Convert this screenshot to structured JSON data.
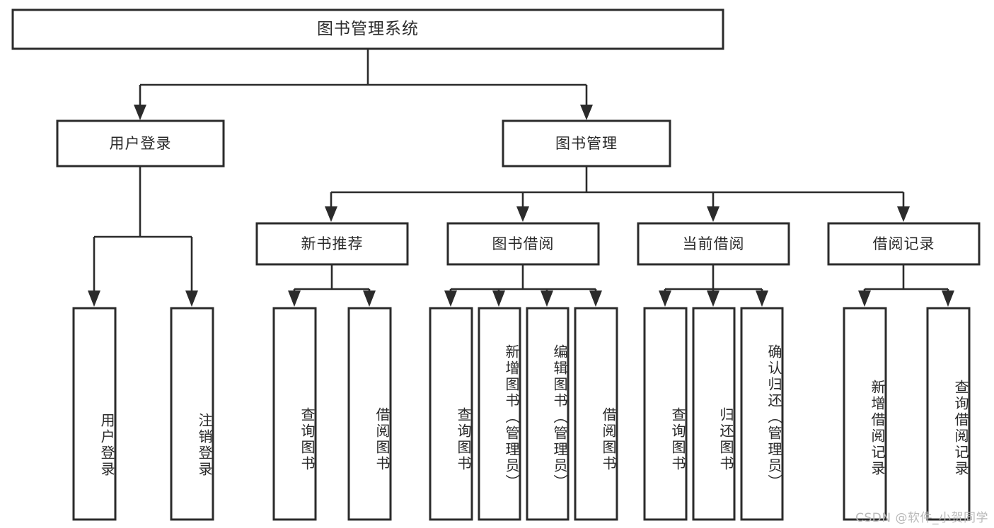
{
  "diagram": {
    "type": "tree-flowchart",
    "title_node": "图书管理系统",
    "watermark": "CSDN @软件_小贺同学",
    "colors": {
      "box_stroke": "#2b2b2b",
      "box_fill": "#ffffff",
      "connector": "#2b2b2b",
      "text": "#2a2a2a",
      "watermark": "#b9b9b9",
      "background": "#ffffff"
    },
    "nodes": {
      "root": {
        "label": "图书管理系统"
      },
      "level2": [
        {
          "id": "user-login",
          "label": "用户登录"
        },
        {
          "id": "book-manage",
          "label": "图书管理"
        }
      ],
      "level3": [
        {
          "id": "new-book-rec",
          "label": "新书推荐"
        },
        {
          "id": "book-borrow",
          "label": "图书借阅"
        },
        {
          "id": "current-borrow",
          "label": "当前借阅"
        },
        {
          "id": "borrow-record",
          "label": "借阅记录"
        }
      ],
      "leaves": [
        {
          "id": "leaf-user-login",
          "label": "用户登录",
          "parent": "user-login"
        },
        {
          "id": "leaf-logout",
          "label": "注销登录",
          "parent": "user-login"
        },
        {
          "id": "leaf-query-book-1",
          "label": "查询图书",
          "parent": "new-book-rec"
        },
        {
          "id": "leaf-borrow-book-1",
          "label": "借阅图书",
          "parent": "new-book-rec"
        },
        {
          "id": "leaf-query-book-2",
          "label": "查询图书",
          "parent": "book-borrow"
        },
        {
          "id": "leaf-add-book",
          "label": "新增图书（管理员）",
          "parent": "book-borrow"
        },
        {
          "id": "leaf-edit-book",
          "label": "编辑图书（管理员）",
          "parent": "book-borrow"
        },
        {
          "id": "leaf-borrow-book-2",
          "label": "借阅图书",
          "parent": "book-borrow"
        },
        {
          "id": "leaf-query-book-3",
          "label": "查询图书",
          "parent": "current-borrow"
        },
        {
          "id": "leaf-return-book",
          "label": "归还图书",
          "parent": "current-borrow"
        },
        {
          "id": "leaf-confirm-return",
          "label": "确认归还（管理员）",
          "parent": "current-borrow"
        },
        {
          "id": "leaf-add-record",
          "label": "新增借阅记录",
          "parent": "borrow-record"
        },
        {
          "id": "leaf-query-record",
          "label": "查询借阅记录",
          "parent": "borrow-record"
        }
      ]
    }
  }
}
